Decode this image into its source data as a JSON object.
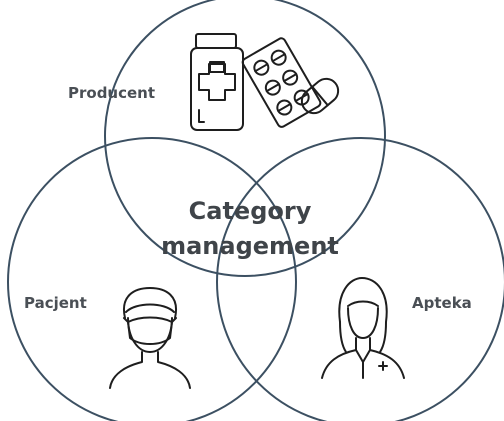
{
  "diagram": {
    "center_label_line1": "Category",
    "center_label_line2": "management",
    "sets": [
      {
        "label": "Producent",
        "icon": "medicine-icon"
      },
      {
        "label": "Pacjent",
        "icon": "patient-mask-icon"
      },
      {
        "label": "Apteka",
        "icon": "pharmacist-icon"
      }
    ]
  }
}
